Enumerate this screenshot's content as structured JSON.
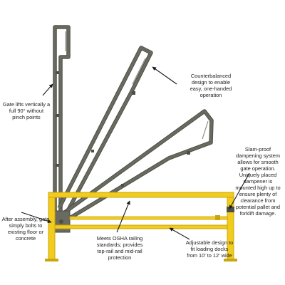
{
  "colors": {
    "gate_frame": "#6a6b60",
    "gate_frame_edge": "#4d4e45",
    "safety_rail": "#f2cc1c",
    "safety_rail_edge": "#c9a50f",
    "annotation_text": "#222222",
    "arrow": "#1a1a1a"
  },
  "annotations": {
    "counterbalanced": [
      "Counterbalanced",
      "design to enable",
      "easy, one-handed",
      "operation"
    ],
    "gate_lifts": [
      "Gate lifts vertically a",
      "full 90° without",
      "pinch points"
    ],
    "slam_proof": [
      "Slam-proof",
      "dampening system",
      "allows for smooth",
      "gate operation.",
      "Uniquely placed",
      "dampener is",
      "mounted high up to",
      "ensure plenty of",
      "clearance from",
      "potential pallet and",
      "forklift damage."
    ],
    "after_assembly": [
      "After assembly, gate",
      "simply bolts to",
      "existing floor or",
      "concrete"
    ],
    "osha": [
      "Meets OSHA railing",
      "standards; provides",
      "top-rail and mid-rail",
      "protection"
    ],
    "adjustable": [
      "Adjustable design to",
      "fit loading docks",
      "from 10' to 12' wide"
    ]
  }
}
